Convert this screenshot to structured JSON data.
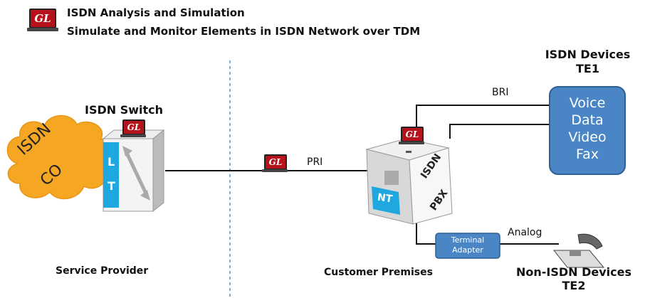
{
  "header": {
    "logo_text": "GL",
    "title": "ISDN Analysis and Simulation",
    "subtitle": "Simulate and Monitor Elements in ISDN Network over TDM"
  },
  "labels": {
    "isdn_switch": "ISDN Switch",
    "isdn_co_line1": "ISDN",
    "isdn_co_line2": "CO",
    "lt_line1": "L",
    "lt_line2": "T",
    "pri": "PRI",
    "bri": "BRI",
    "analog": "Analog",
    "nt": "NT",
    "isdn_pbx_line1": "ISDN",
    "isdn_pbx_line2": "PBX",
    "terminal_adapter_line1": "Terminal",
    "terminal_adapter_line2": "Adapter",
    "isdn_devices_line1": "ISDN Devices",
    "isdn_devices_line2": "TE1",
    "te1_box": [
      "Voice",
      "Data",
      "Video",
      "Fax"
    ],
    "service_provider": "Service Provider",
    "customer_premises": "Customer Premises",
    "non_isdn_line1": "Non-ISDN Devices",
    "non_isdn_line2": "TE2"
  },
  "colors": {
    "logo_red": "#b5121b",
    "cloud_orange": "#f5a623",
    "box_blue": "#4a86c5",
    "cyan": "#1fa7e0",
    "divider_blue": "#5b8fd0"
  },
  "icons": [
    "laptop-icon",
    "cloud-icon",
    "switch-icon",
    "pbx-icon",
    "telephone-icon"
  ]
}
